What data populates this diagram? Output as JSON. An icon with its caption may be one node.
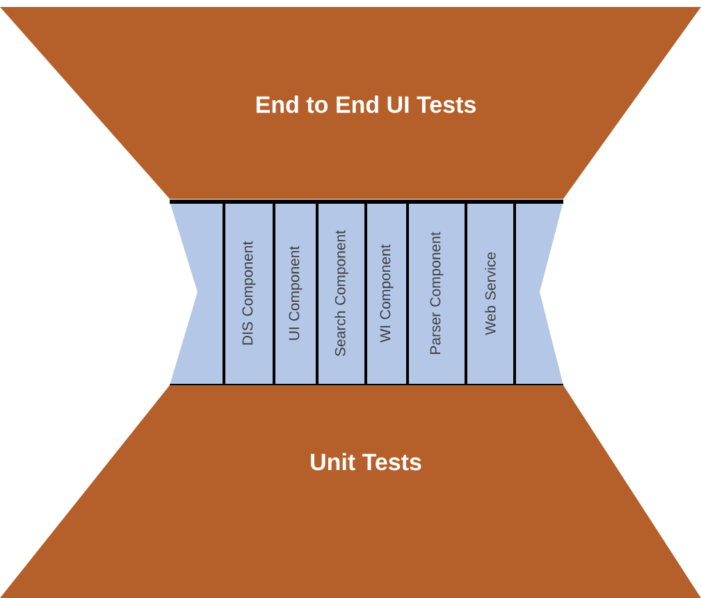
{
  "diagram": {
    "nodes": [
      {
        "text": [
          "End to End UI Tests"
        ]
      },
      {
        "text": [],
        "shape": "band"
      },
      {
        "text": [
          "DIS Component"
        ],
        "in": 1
      },
      {
        "text": [
          "UI Component"
        ],
        "in": 1
      },
      {
        "text": [
          "Search Component"
        ],
        "in": 1
      },
      {
        "text": [
          "WI Component"
        ],
        "in": 1
      },
      {
        "text": [
          "Parser Component"
        ],
        "in": 1
      },
      {
        "text": [
          "Web Service"
        ],
        "in": 1
      },
      {
        "text": [
          "Unit Tests"
        ]
      }
    ]
  }
}
